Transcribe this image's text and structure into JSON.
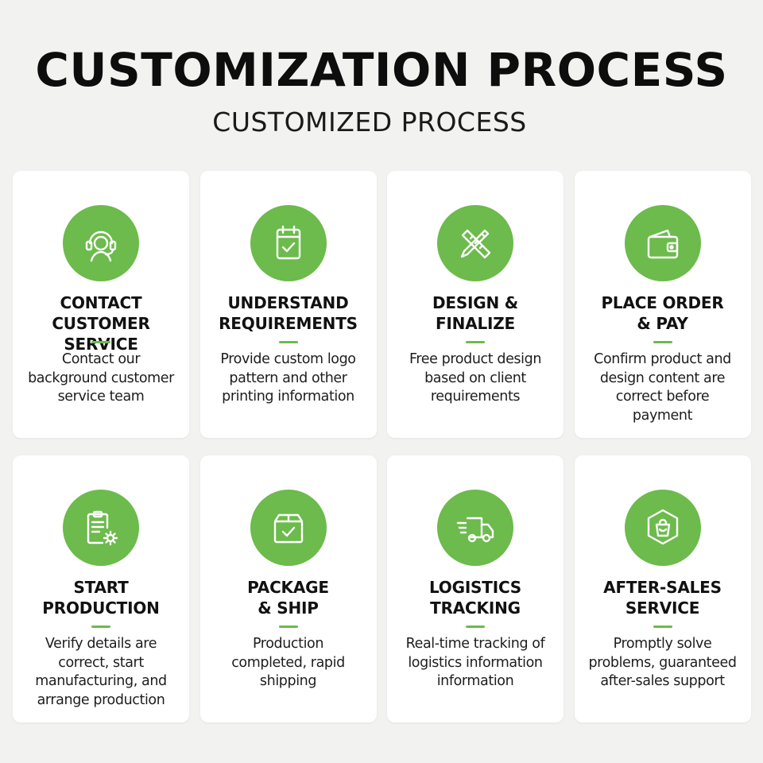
{
  "header": {
    "title": "CUSTOMIZATION PROCESS",
    "subtitle": "CUSTOMIZED PROCESS"
  },
  "colors": {
    "accent": "#6cbb4c",
    "background": "#f2f2f0",
    "card": "#ffffff",
    "text": "#111111"
  },
  "steps": [
    {
      "icon": "headset-agent-icon",
      "title": "CONTACT\nCUSTOMER SERVICE",
      "description": "Contact our\nbackground customer\nservice team"
    },
    {
      "icon": "clipboard-check-icon",
      "title": "UNDERSTAND\nREQUIREMENTS",
      "description": "Provide custom logo\npattern and other\nprinting information"
    },
    {
      "icon": "pencil-ruler-icon",
      "title": "DESIGN &\nFINALIZE",
      "description": "Free product design\nbased on client\nrequirements"
    },
    {
      "icon": "wallet-icon",
      "title": "PLACE ORDER\n& PAY",
      "description": "Confirm product and\ndesign content are\ncorrect before\npayment"
    },
    {
      "icon": "clipboard-gear-icon",
      "title": "START\nPRODUCTION",
      "description": "Verify details are\ncorrect, start\nmanufacturing, and\narrange production"
    },
    {
      "icon": "package-check-icon",
      "title": "PACKAGE\n& SHIP",
      "description": "Production\ncompleted, rapid\nshipping"
    },
    {
      "icon": "delivery-truck-icon",
      "title": "LOGISTICS\nTRACKING",
      "description": "Real-time tracking of\nlogistics information\ninformation"
    },
    {
      "icon": "shopping-bag-badge-icon",
      "title": "AFTER-SALES\nSERVICE",
      "description": "Promptly solve\nproblems, guaranteed\nafter-sales support"
    }
  ]
}
